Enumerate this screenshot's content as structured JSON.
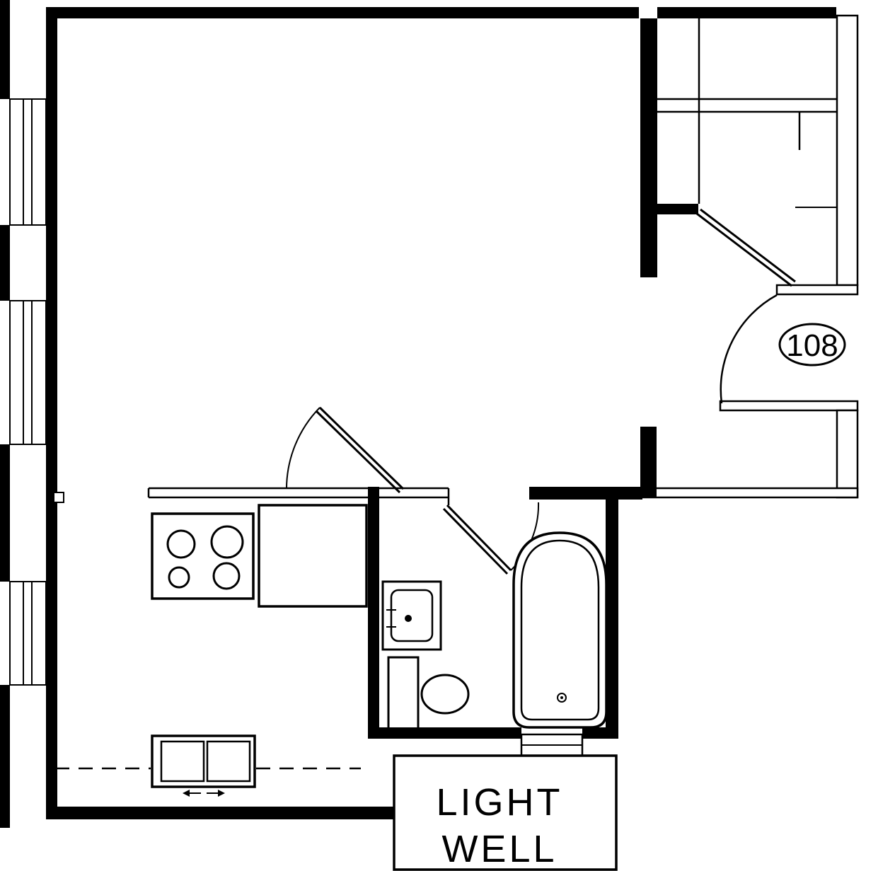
{
  "plan": {
    "room_number": "108",
    "light_well": {
      "line1": "LIGHT",
      "line2": "WELL"
    }
  },
  "colors": {
    "ink": "#000000",
    "paper": "#ffffff"
  }
}
